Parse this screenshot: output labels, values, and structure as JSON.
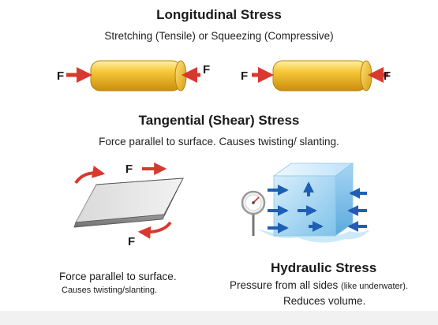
{
  "sections": {
    "longitudinal": {
      "title": "Longitudinal Stress",
      "subtitle": "Stretching (Tensile) or Squeezing (Compressive)",
      "force_label": "F"
    },
    "tangential": {
      "title": "Tangential (Shear) Stress",
      "subtitle": "Force parallel to surface. Causes twisting/ slanting.",
      "force_label": "F",
      "caption_line1": "Force parallel to surface.",
      "caption_line2": "Causes twisting/slanting."
    },
    "hydraulic": {
      "title": "Hydraulic Stress",
      "line1_main": "Pressure from all sides ",
      "line1_small": "(like underwater).",
      "line2": "Reduces volume."
    }
  },
  "colors": {
    "arrow_red": "#d9382f",
    "cylinder_yellow": "#f2b81f",
    "cube_blue": "#7fc2ea",
    "arrow_blue": "#1f5fb3",
    "block_gray": "#8d8d8d"
  },
  "icons": [
    "pressure-gauge-icon"
  ]
}
